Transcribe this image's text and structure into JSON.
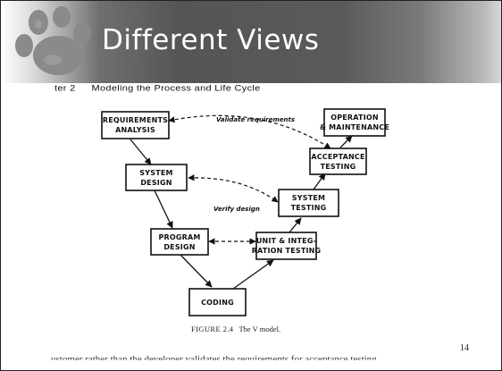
{
  "slide": {
    "title": "Different Views",
    "page_number": "14"
  },
  "scan": {
    "chapter_label": "ter 2",
    "header": "Modeling the Process and Life Cycle",
    "caption_label": "FIGURE 2.4",
    "caption_text": "The V model.",
    "bottom_text": "ustomer rather than the developer validates the requirements for acceptance testing"
  },
  "diagram": {
    "nodes": {
      "requirements_analysis": [
        "REQUIREMENTS",
        "ANALYSIS"
      ],
      "system_design": [
        "SYSTEM",
        "DESIGN"
      ],
      "program_design": [
        "PROGRAM",
        "DESIGN"
      ],
      "coding": [
        "CODING"
      ],
      "unit_integration_testing": [
        "UNIT & INTEG-",
        "RATION TESTING"
      ],
      "system_testing": [
        "SYSTEM",
        "TESTING"
      ],
      "acceptance_testing": [
        "ACCEPTANCE",
        "TESTING"
      ],
      "operation_maintenance": [
        "OPERATION",
        "& MAINTENANCE"
      ]
    },
    "edge_labels": {
      "validate_requirements": "Validate requirements",
      "verify_design": "Verify design"
    }
  },
  "colors": {
    "title_text": "#ffffff",
    "title_bar_dark": "#555555",
    "logo": "#8a8a8a"
  }
}
